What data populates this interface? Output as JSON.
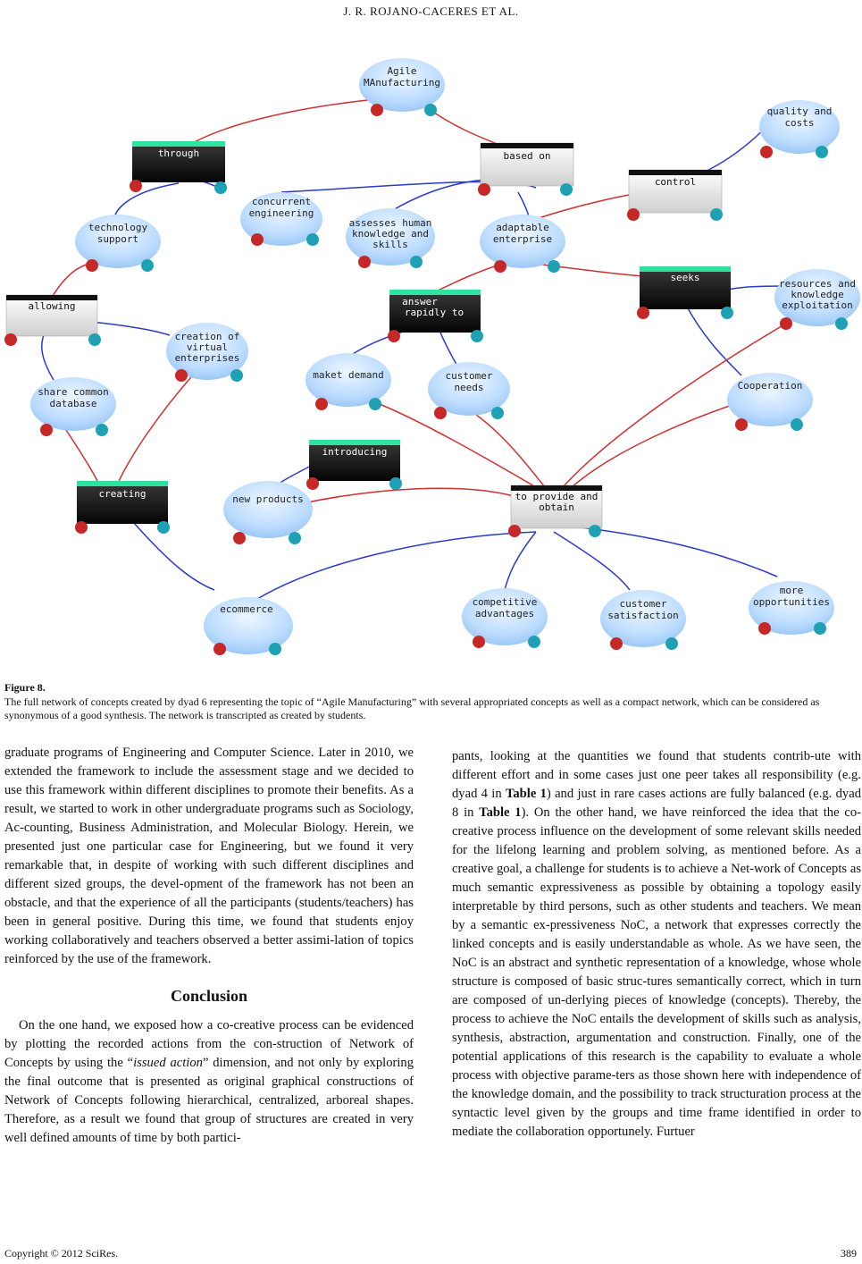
{
  "header": "J. R. ROJANO-CACERES    ET    AL.",
  "figure": {
    "label": "Figure 8.",
    "caption": "The full network of concepts created by dyad 6 representing the topic of “Agile Manufacturing” with several appropriated concepts as well as a compact network, which can be considered as synonymous of a good synthesis. The network is transcripted as created by students."
  },
  "network": {
    "concepts": {
      "agile": [
        "Agile",
        "MAnufacturing"
      ],
      "quality": [
        "quality and",
        "costs"
      ],
      "concurrent": [
        "concurrent",
        "engineering"
      ],
      "assesses": [
        "assesses human",
        "knowledge and",
        "skills"
      ],
      "adaptable": [
        "adaptable",
        "enterprise"
      ],
      "technology": [
        "technology",
        "support"
      ],
      "resources": [
        "resources and",
        "knowledge",
        "exploitation"
      ],
      "creation": [
        "creation of",
        "virtual",
        "enterprises"
      ],
      "maket": [
        "maket demand"
      ],
      "customer_needs": [
        "customer",
        "needs"
      ],
      "cooperation": [
        "Cooperation"
      ],
      "share": [
        "share common",
        "database"
      ],
      "new_products": [
        "new products"
      ],
      "ecommerce": [
        "ecommerce"
      ],
      "competitive": [
        "competitive",
        "advantages"
      ],
      "satisfaction": [
        "customer",
        "satisfaction"
      ],
      "opportunities": [
        "more",
        "opportunities"
      ]
    },
    "relations": {
      "through": [
        "through"
      ],
      "based_on": [
        "based on"
      ],
      "control": [
        "control"
      ],
      "allowing": [
        "allowing"
      ],
      "answer": [
        "answer",
        "rapidly to"
      ],
      "seeks": [
        "seeks"
      ],
      "introducing": [
        "introducing"
      ],
      "creating": [
        "creating"
      ],
      "provide": [
        "to provide and",
        "obtain"
      ]
    },
    "colors": {
      "bubble": "#bcdcff",
      "link_red": "#d03030",
      "link_blue": "#2a3acc",
      "accent": "#2ee3a0"
    }
  },
  "body": {
    "left_paragraph_1": "graduate programs of Engineering and Computer Science. Later in 2010, we extended the framework to include the assessment stage and we decided to use this framework within different disciplines to promote their benefits. As a result, we started to work in other undergraduate programs such as Sociology, Ac-counting, Business Administration, and Molecular Biology. Herein, we presented just one particular case for Engineering, but we found it very remarkable that, in despite of working with such different disciplines and different sized groups, the devel-opment of the framework has not been an obstacle, and that the experience of all the participants (students/teachers) has been in general positive. During this time, we found that students enjoy working collaboratively and teachers observed a better assimi-lation of topics reinforced by the use of the framework.",
    "conclusion_title": "Conclusion",
    "left_paragraph_2_a": "On the one hand, we exposed how a co-creative process can be evidenced by plotting the recorded actions from the con-struction of Network of Concepts by using the “",
    "left_paragraph_2_em": "issued action",
    "left_paragraph_2_b": "” dimension, and not only by exploring the final outcome that is presented as original graphical constructions of Network of Concepts following hierarchical, centralized, arboreal shapes. Therefore, as a result we found that group of structures are created in very well defined amounts of time by both partici-",
    "right_a": "pants, looking at the quantities we found that students contrib-ute with different effort and in some cases just one peer takes all responsibility (e.g. dyad 4 in ",
    "right_table1_1": "Table 1",
    "right_b": ") and just in rare cases actions are fully balanced (e.g. dyad 8 in ",
    "right_table1_2": "Table 1",
    "right_c": "). On the other hand, we have reinforced the idea that the co-creative process influence on the development of some relevant skills needed for the lifelong learning and problem solving, as mentioned before. As a creative goal, a challenge for students is to achieve a Net-work of Concepts as much semantic expressiveness as possible by obtaining a topology easily interpretable by third persons, such as other students and teachers. We mean by a semantic ex-pressiveness NoC, a network that expresses correctly the linked concepts and is easily understandable as whole. As we have seen, the NoC is an abstract and synthetic representation of a knowledge, whose whole structure is composed of basic struc-tures semantically correct, which in turn are composed of un-derlying pieces of knowledge (concepts). Thereby, the process to achieve the NoC entails the development of skills such as analysis, synthesis, abstraction, argumentation and construction. Finally, one of the potential applications of this research is the capability to evaluate a whole process with objective parame-ters as those shown here with independence of the knowledge domain, and the possibility to track structuration process at the syntactic level given by the groups and time frame identified in order to mediate the collaboration opportunely. Furtuer"
  },
  "footer": {
    "copyright": "Copyright © 2012 SciRes.",
    "page": "389"
  }
}
